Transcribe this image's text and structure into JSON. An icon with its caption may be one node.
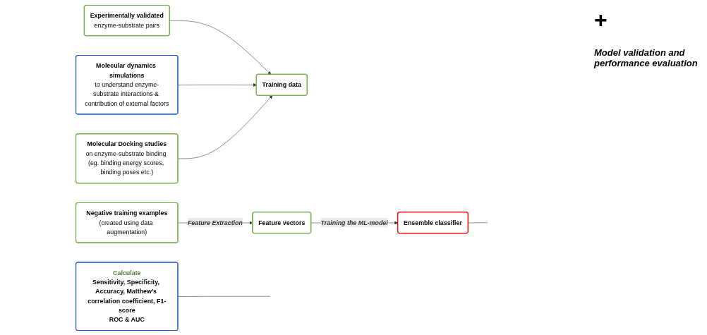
{
  "diagram": {
    "nodes": [
      {
        "text": [
          "Experimentally validated",
          "enzyme-substrate pairs"
        ]
      },
      {
        "text": [
          "Training data"
        ]
      },
      {
        "text": [
          "Molecular dynamics simulations",
          "to understand enzyme-substrate interactions & contribution of external factors"
        ]
      },
      {
        "text": [
          "Negative training examples",
          "(created using data augmentation)"
        ]
      },
      {
        "text": [
          "Molecular Docking studies",
          "on enzyme-substrate binding (eg. binding energy scores, binding poses etc.)"
        ]
      },
      {
        "text": [
          "Feature vectors"
        ]
      },
      {
        "text": [
          "Ensemble classifier"
        ]
      },
      {
        "text": [
          "Calculate",
          "Sensitivity, Specificity, Accuracy, Matthew’s correlation coefficient, F1-score",
          "ROC & AUC"
        ]
      }
    ],
    "edges": [
      {
        "from": 0,
        "to": 1,
        "arrow": "to"
      },
      {
        "from": 2,
        "to": 1,
        "arrow": "to"
      },
      {
        "from": 4,
        "to": 1,
        "arrow": "to"
      },
      {
        "from": 3,
        "to": 5,
        "arrow": "to",
        "label": "Feature Extraction"
      },
      {
        "from": 5,
        "to": 6,
        "arrow": "to",
        "label": "Training the ML-model"
      },
      {
        "from": 7,
        "to": null,
        "arrow": "none"
      },
      {
        "from": 6,
        "to": null,
        "arrow": "none"
      }
    ],
    "labels": [
      "+",
      "Model validation and performance evaluation"
    ]
  }
}
